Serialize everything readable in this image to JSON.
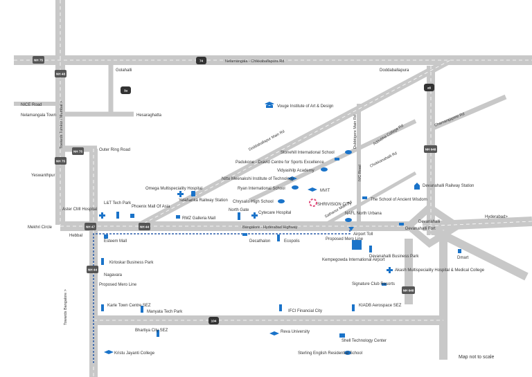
{
  "roads": {
    "nelamangala_chikkaballapura": "Nelamangala - Chikkaballapura Rd",
    "doddaballapur_main": "Doddaballapur Main Rd",
    "chamarajapete": "Chamarajapete Rd",
    "chokkanahalli": "Chokkanahalli Rd",
    "addubha_college": "Addubha College Rd",
    "dubbtigere": "Dubbtigere Main Rd",
    "ivc": "IVC Road",
    "sathanur": "Sathanur Main Rd",
    "bangalore_hyderabad": "Bangalore - Hyderabad Highway",
    "outer_ring": "Outer Ring Road",
    "nice": "NICE Road",
    "towards_tumkur": "Towards Tumkur / Mumbai >",
    "towards_bangalore": "Towards Bangalore >",
    "hyderabad": "Hyderabad>",
    "metro": "Proposed Mero Line"
  },
  "shields": {
    "nh75_top": "NH 75",
    "nh48": "NH 48",
    "s74": "74",
    "s3a": "3a",
    "s1": "a6",
    "nh75_mid": "NH 75",
    "nh75b": "NH 75",
    "nh47": "NH 47",
    "nh44a": "NH 44",
    "nh44b": "NH 44",
    "nh648a": "NH 648",
    "nh648b": "NH 648",
    "s104": "104"
  },
  "places": {
    "golahalli": "Golahalli",
    "doddaballapura": "Doddaballapura",
    "nelamangala": "Nelamangala Town",
    "hesaraghatta": "Hesaraghatta",
    "yeshwanthpur": "Yeswanthpur",
    "vouge": "Vouge Institute of Art & Design",
    "stonehill": "Stonehill International School",
    "padukone": "Padukone - Dravid Centre for Sports Excellence",
    "vidyashilp": "Vidyashilp Academy",
    "nitte": "Nitte Meenakshi Institute of Technology",
    "ryan": "Ryan International School",
    "mvit": "MVIT",
    "chrysalis": "Chrysalis High School",
    "omega": "Omega Multispeciality Hospital",
    "yelahanka": "Yelahanka Railway Station",
    "lt": "L&T Tech Park",
    "phoenix": "Phoenix Mall Of Asia",
    "aster": "Aster CMI Hospital",
    "rmz": "RMZ Galleria Mall",
    "northgate": "North Gate",
    "cytecare": "Cytecare Hospital",
    "shrivision": "SHRIVISION CITY",
    "nafl": "NAFL North Urbana",
    "school_ancient": "The School of Ancient Wisdom",
    "devanahalli_rs": "Devanahalli Railway Station",
    "devanahalli": "Devanahalli",
    "devanahalli_fort": "Devanahalli Fort",
    "mekhri": "Mekhri Circle",
    "hebbal": "Hebbal",
    "esteem": "Esteem Mall",
    "decathalon": "Decathalon",
    "ecopolis": "Ecopolis",
    "airport_toll": "Airport Toll",
    "kia": "Kempegowda International Airport",
    "dev_business": "Devanahalli Business Park",
    "akash": "Akash Multispeciality Hospital & Medical College",
    "dmart": "Dmart",
    "kirloskar": "Kirloskar Business Park",
    "nagavara": "Nagavara",
    "signature": "Signature Club Resorts",
    "karle": "Karle Town Centre SEZ",
    "manyata": "Manyata Tech Park",
    "ifci": "IFCI Financial City",
    "kiadb": "KIADB Aerospace SEZ",
    "bhartiya": "Bhartiya City SEZ",
    "reva": "Reva University",
    "shell": "Shell Technology Center",
    "sterling": "Sterling English Residential School",
    "kristu": "Kristu Jayanti College"
  },
  "note": "Map not to scale",
  "colors": {
    "road": "#c8c8c8",
    "accent": "#1a73c9",
    "metro": "#2a5ca8"
  }
}
